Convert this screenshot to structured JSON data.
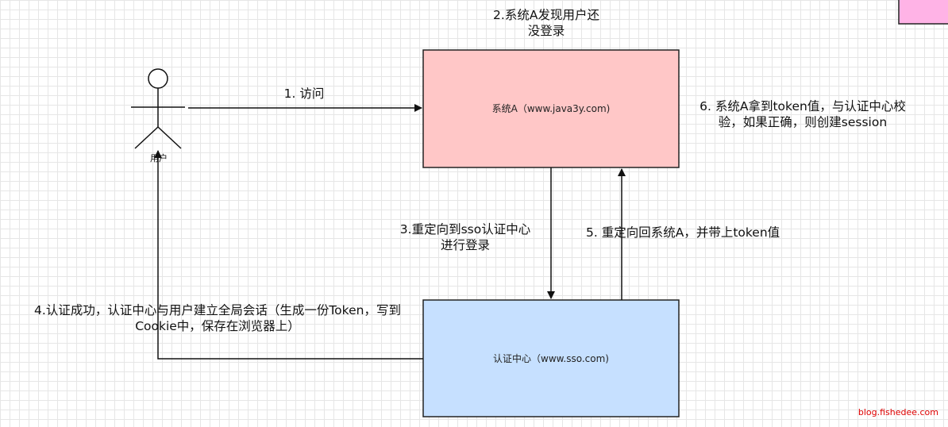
{
  "actor": {
    "name": "用户"
  },
  "boxes": {
    "system_a": {
      "label": "系统A（www.java3y.com)",
      "fill": "#ffc7c7"
    },
    "sso": {
      "label": "认证中心（www.sso.com)",
      "fill": "#c6e0ff"
    },
    "corner_fill": "#ffb3e6"
  },
  "edges": {
    "step1": "1.  访问",
    "step2": "2.系统A发现用户还\n没登录",
    "step3": "3.重定向到sso认证中心\n进行登录",
    "step4": "4.认证成功，认证中心与用户建立全局会话（生成一份Token，写到\nCookie中，保存在浏览器上）",
    "step5": "5. 重定向回系统A，并带上token值",
    "step6": "6. 系统A拿到token值，与认证中心校\n验，如果正确，则创建session"
  },
  "watermark": "blog.fishedee.com"
}
